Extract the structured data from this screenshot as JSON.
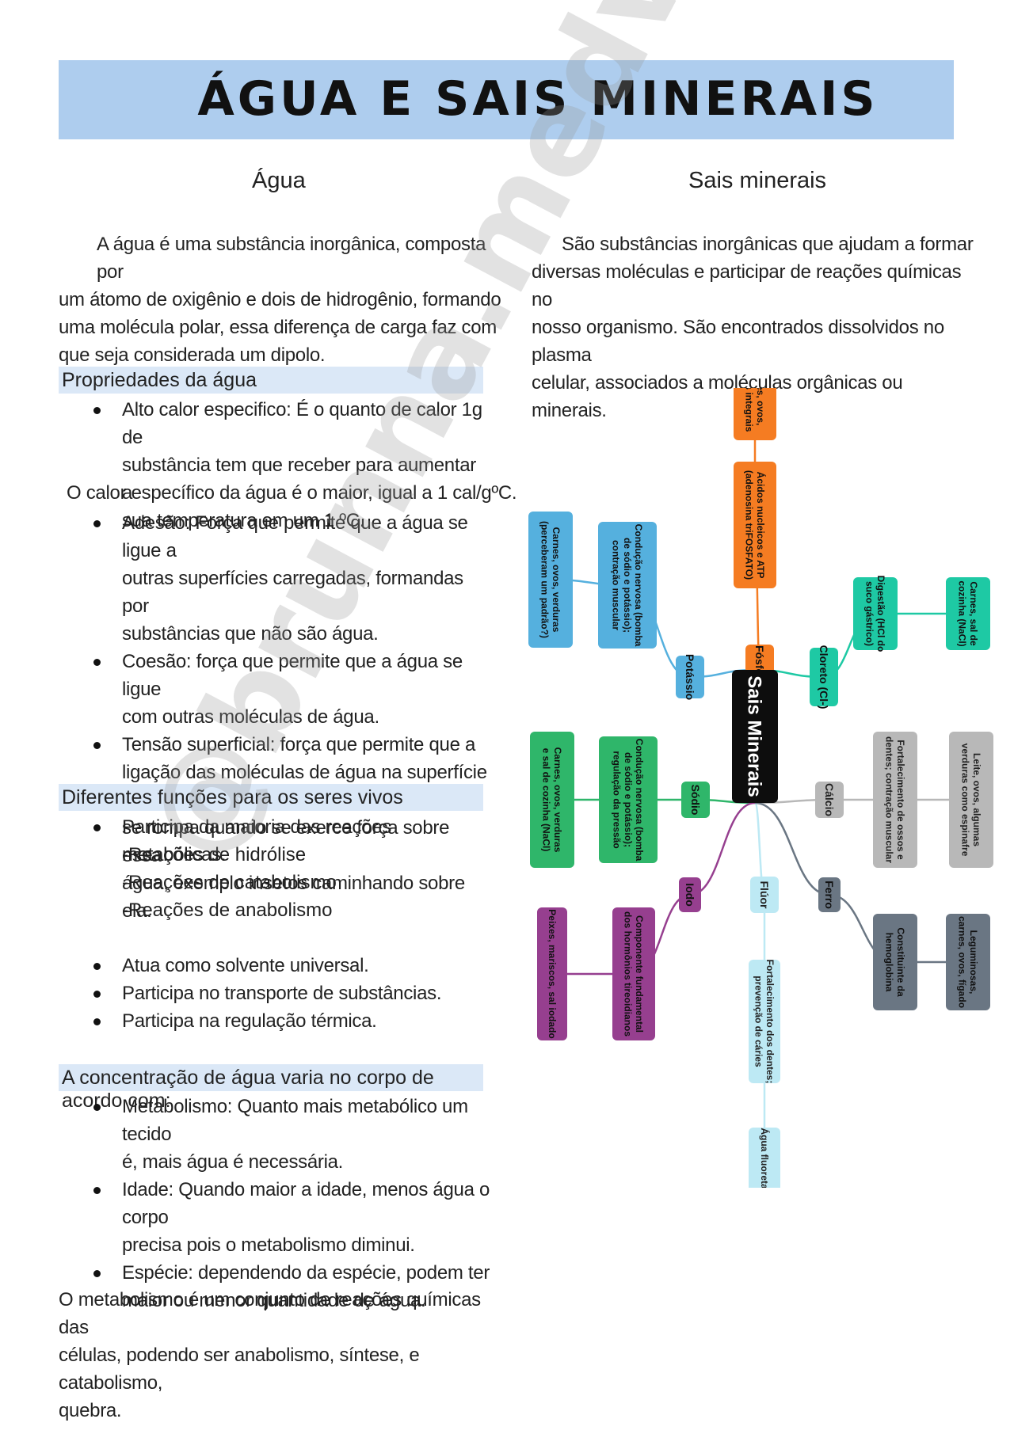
{
  "title": "ÁGUA E SAIS MINERAIS",
  "left_heading": "Água",
  "right_heading": "Sais minerais",
  "water_intro": [
    "A água é uma substância inorgânica, composta por",
    "um átomo de oxigênio e dois de hidrogênio, formando",
    "uma molécula polar, essa diferença de carga faz com",
    "que seja considerada um dipolo."
  ],
  "salts_intro": [
    "São substâncias inorgânicas que ajudam a formar",
    "diversas moléculas e participar de reações químicas no",
    "nosso organismo. São encontrados dissolvidos no plasma",
    "celular, associados a moléculas orgânicas ou minerais."
  ],
  "section1": {
    "heading": "Propriedades da água",
    "bullet1": [
      "Alto calor especifico: É o quanto de calor  1g de",
      "substância tem que receber para aumentar a",
      "sua temperatura em um  1 ºC."
    ],
    "note": "O calor específico da água é o maior, igual a  1 cal/gºC.",
    "bullet2": [
      "Adesão: Força que permite que a água se ligue a",
      "outras superfícies carregadas, formandas por",
      "substâncias que não são água."
    ],
    "bullet3": [
      "Coesão: força que permite que a água se ligue",
      "com outras moléculas de água."
    ],
    "bullet4": [
      "Tensão superficial: força que permite que a",
      "ligação das moléculas de água na superfície não",
      "se rompa quando se exerce força sobre essa",
      "água, exemplo insetos caminhando sobre ela."
    ]
  },
  "section2": {
    "heading": "Diferentes funções para os seres vivos",
    "bullet1": "Participa da maioria das reações metabólicas.",
    "subs": [
      "-Reações de hidrólise",
      "-Reações de catabolismo",
      "-Reações de anabolismo"
    ],
    "bullet2": "Atua como solvente universal.",
    "bullet3": "Participa no transporte de substâncias.",
    "bullet4": "Participa na regulação térmica."
  },
  "section3": {
    "heading": "A concentração de água varia no corpo de acordo com:",
    "bullet1": [
      "Metabolismo: Quanto mais metabólico um tecido",
      "é, mais água é necessária."
    ],
    "bullet2": [
      "Idade: Quando maior a idade, menos água o corpo",
      "precisa pois o metabolismo diminui."
    ],
    "bullet3": [
      "Espécie: dependendo da espécie, podem ter",
      "maior ou menor quantidade de água."
    ]
  },
  "closing": [
    "O metabolismo é um conjunto de reações químicas das",
    "células, podendo ser anabolismo, síntese, e catabolismo,",
    "quebra."
  ],
  "watermark": "@brunna.medvet",
  "mindmap": {
    "center": "Sais Minerais",
    "colors": {
      "center": "#0d0d0d",
      "fosforo": "#f57c22",
      "potassio": "#55b0de",
      "cloreto": "#1ec9a4",
      "sodio": "#2fb66a",
      "calcio": "#b8b8b8",
      "iodo": "#963f8f",
      "fluor": "#bde9f4",
      "ferro": "#6a7683"
    },
    "fosforo": {
      "label": "Fósforo",
      "info": [
        "Ácidos nucleicos e ATP",
        "(adenosina triFOSFATO)"
      ],
      "sources": [
        "Carnes, ovos,",
        "cereais integrais"
      ]
    },
    "potassio": {
      "label": "Potássio",
      "info": [
        "Condução nervosa (bomba",
        "de sódio e potássio);",
        "contração muscular"
      ],
      "sources": [
        "Carnes, ovos, verduras",
        "(perceberam um padrão?)"
      ]
    },
    "cloreto": {
      "label": "Cloreto (Cl-)",
      "info": [
        "Digestão (HCl do",
        "suco gástrico)"
      ],
      "sources": [
        "Carnes, sal de",
        "cozinha (NaCl)"
      ]
    },
    "sodio": {
      "label": "Sódio",
      "info": [
        "Condução nervosa (bomba",
        "de sódio e potássio);",
        "regulação da pressão"
      ],
      "sources": [
        "Carnes, ovos, verduras",
        "e sal de cozinha (NaCl)"
      ]
    },
    "calcio": {
      "label": "Cálcio",
      "info": [
        "Fortalecimento de ossos e",
        "dentes; contração muscular"
      ],
      "sources": [
        "Leite, ovos, algumas",
        "verduras como espinafre"
      ]
    },
    "iodo": {
      "label": "Iodo",
      "info": [
        "Componente fundamental",
        "dos hormônios tireoidianos"
      ],
      "sources": [
        "Peixes, mariscos, sal iodado"
      ]
    },
    "fluor": {
      "label": "Flúor",
      "info": [
        "Fortalecimento dos dentes;",
        "prevenção de cáries"
      ],
      "sources": [
        "Água fluoretada"
      ]
    },
    "ferro": {
      "label": "Ferro",
      "info": [
        "Constituinte da",
        "hemoglobina"
      ],
      "sources": [
        "Leguminosas,",
        "carnes, ovos, fígado"
      ]
    }
  }
}
